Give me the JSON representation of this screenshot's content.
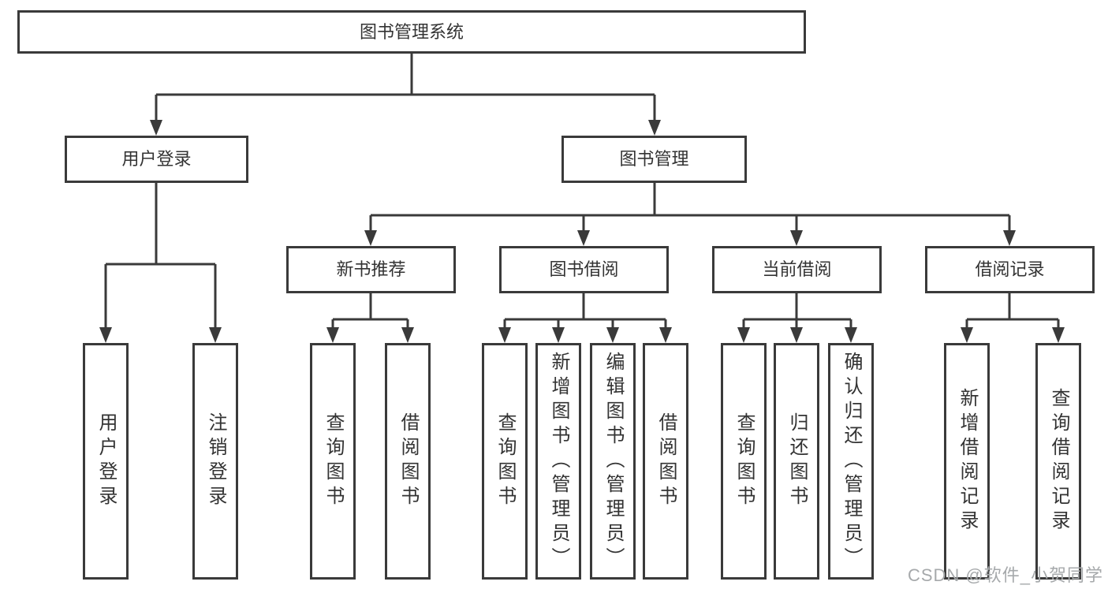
{
  "tree": {
    "root": {
      "label": "图书管理系统"
    },
    "children": [
      {
        "label": "用户登录",
        "children": [
          {
            "label": "用户登录"
          },
          {
            "label": "注销登录"
          }
        ]
      },
      {
        "label": "图书管理",
        "children": [
          {
            "label": "新书推荐",
            "children": [
              {
                "label": "查询图书"
              },
              {
                "label": "借阅图书"
              }
            ]
          },
          {
            "label": "图书借阅",
            "children": [
              {
                "label": "查询图书"
              },
              {
                "label": "新增图书（管理员）"
              },
              {
                "label": "编辑图书（管理员）"
              },
              {
                "label": "借阅图书"
              }
            ]
          },
          {
            "label": "当前借阅",
            "children": [
              {
                "label": "查询图书"
              },
              {
                "label": "归还图书"
              },
              {
                "label": "确认归还（管理员）"
              }
            ]
          },
          {
            "label": "借阅记录",
            "children": [
              {
                "label": "新增借阅记录"
              },
              {
                "label": "查询借阅记录"
              }
            ]
          }
        ]
      }
    ]
  },
  "watermark": "CSDN @软件_小贺同学",
  "colors": {
    "line": "#3a3a3a",
    "text": "#333333",
    "watermark": "#a6a9ab",
    "background": "#ffffff"
  }
}
